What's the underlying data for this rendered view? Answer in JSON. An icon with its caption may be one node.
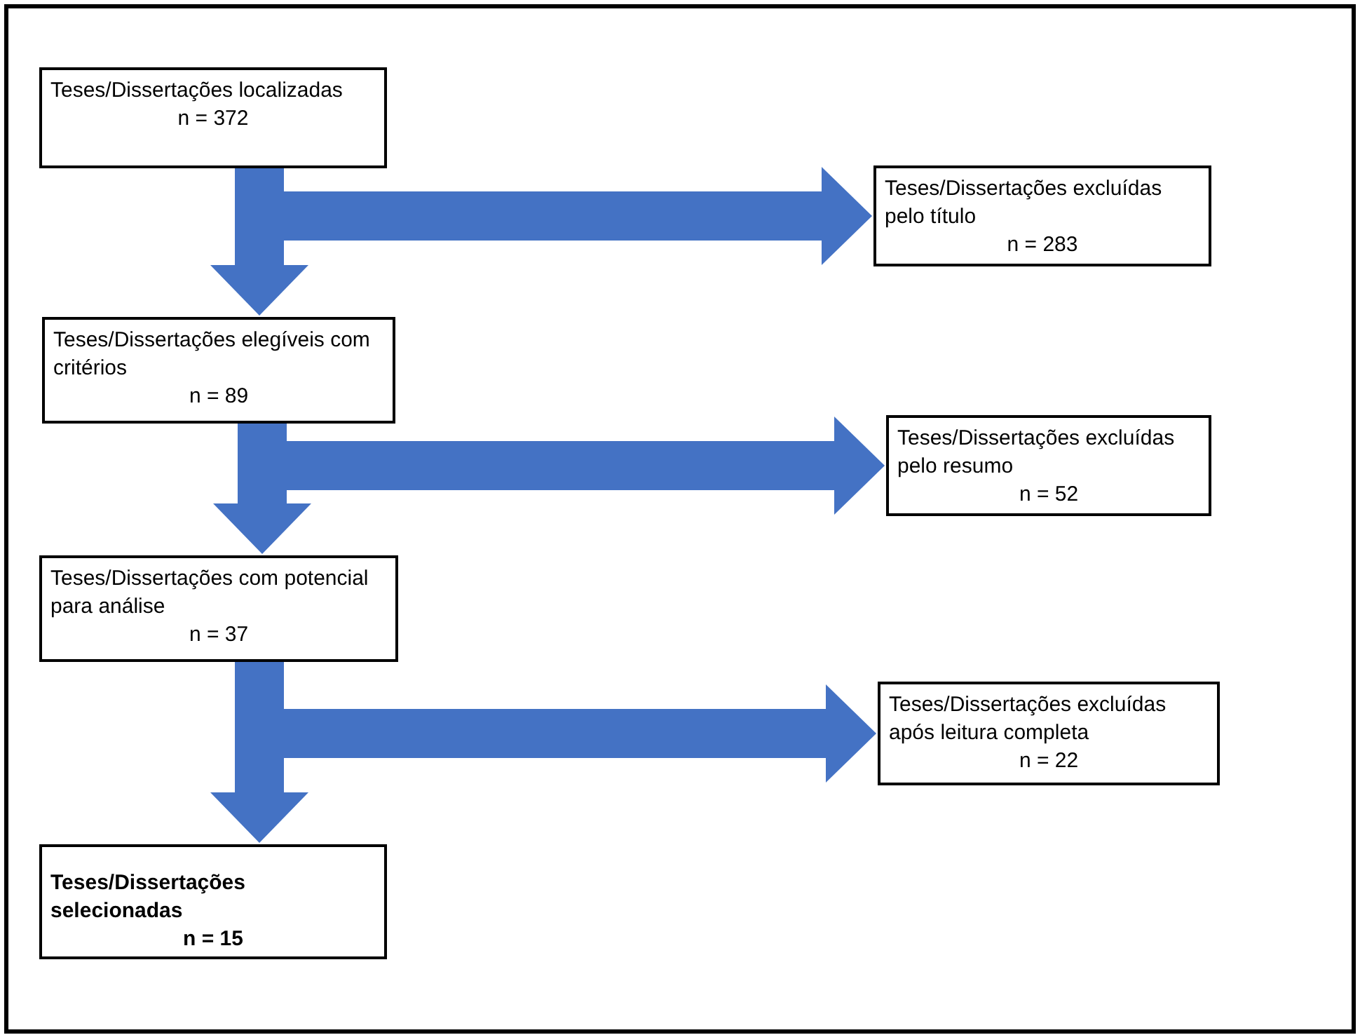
{
  "diagram": {
    "nodes": [
      {
        "text": [
          "Teses/Dissertações localizadas",
          "n = 372"
        ]
      },
      {
        "text": [
          "Teses/Dissertações excluídas pelo título",
          "n = 283"
        ]
      },
      {
        "text": [
          "Teses/Dissertações elegíveis com critérios",
          "n = 89"
        ]
      },
      {
        "text": [
          "Teses/Dissertações excluídas pelo resumo",
          "n = 52"
        ]
      },
      {
        "text": [
          "Teses/Dissertações com potencial para análise",
          "n = 37"
        ]
      },
      {
        "text": [
          "Teses/Dissertações excluídas após leitura completa",
          "n = 22"
        ]
      },
      {
        "text": [
          "Teses/Dissertações selecionadas",
          "n = 15"
        ]
      }
    ],
    "edges": [
      {
        "from": 0,
        "to": 1,
        "arrow": "to"
      },
      {
        "from": 0,
        "to": 2,
        "arrow": "to"
      },
      {
        "from": 2,
        "to": 3,
        "arrow": "to"
      },
      {
        "from": 2,
        "to": 4,
        "arrow": "to"
      },
      {
        "from": 4,
        "to": 5,
        "arrow": "to"
      },
      {
        "from": 4,
        "to": 6,
        "arrow": "to"
      }
    ]
  }
}
